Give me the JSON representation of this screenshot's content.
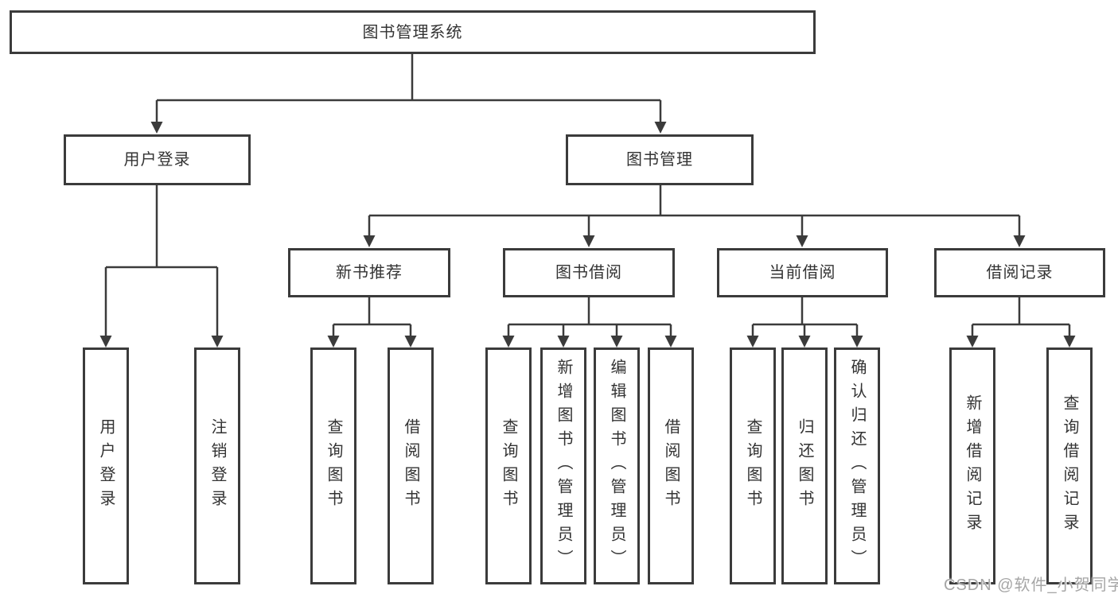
{
  "tree": {
    "root": "图书管理系统",
    "branches": [
      {
        "label": "用户登录",
        "children": [
          "用户登录",
          "注销登录"
        ]
      },
      {
        "label": "图书管理",
        "groups": [
          {
            "label": "新书推荐",
            "children": [
              "查询图书",
              "借阅图书"
            ]
          },
          {
            "label": "图书借阅",
            "children": [
              "查询图书",
              "新增图书（管理员）",
              "编辑图书（管理员）",
              "借阅图书"
            ]
          },
          {
            "label": "当前借阅",
            "children": [
              "查询图书",
              "归还图书",
              "确认归还（管理员）"
            ]
          },
          {
            "label": "借阅记录",
            "children": [
              "新增借阅记录",
              "查询借阅记录"
            ]
          }
        ]
      }
    ]
  },
  "watermark": "CSDN @软件_小贺同学",
  "colors": {
    "line": "#3b3b3b",
    "text": "#333333",
    "background": "#ffffff",
    "watermark": "#a6a6a6"
  }
}
